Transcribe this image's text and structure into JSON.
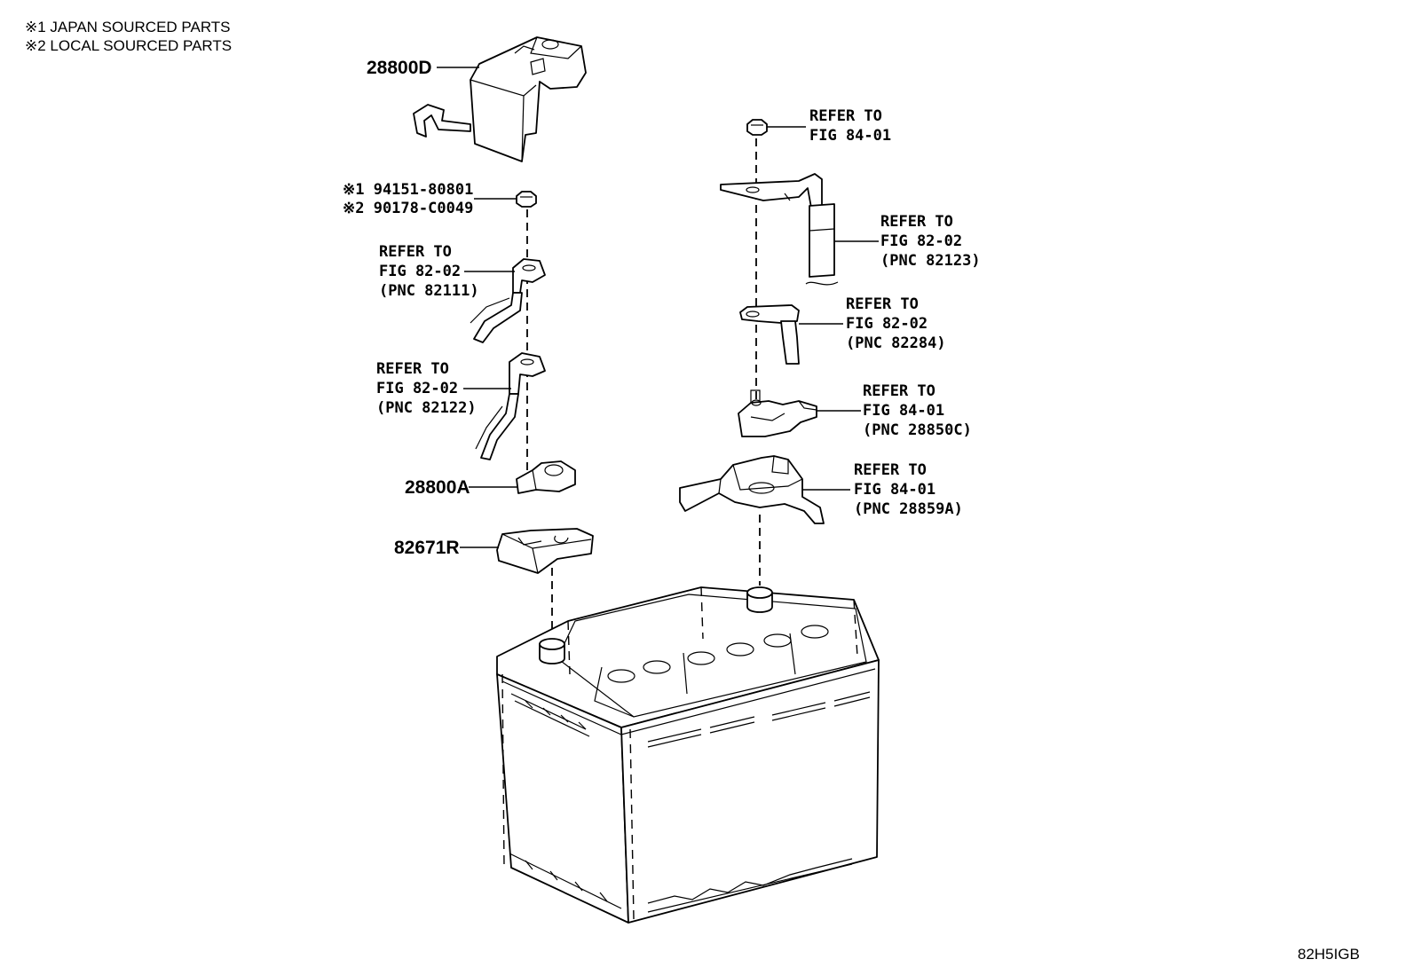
{
  "notes": [
    "※1 JAPAN SOURCED PARTS",
    "※2 LOCAL SOURCED PARTS"
  ],
  "parts": {
    "terminal_cover": "28800D",
    "nut_japan": "※1 94151-80801",
    "nut_local": "※2 90178-C0049",
    "clamp": "28800A",
    "terminal_insulator": "82671R"
  },
  "references": {
    "ref_nut_right": [
      "REFER TO",
      "FIG 84-01"
    ],
    "ref_cable_82123": [
      "REFER TO",
      "FIG 82-02",
      "(PNC 82123)"
    ],
    "ref_cable_82111": [
      "REFER TO",
      "FIG 82-02",
      "(PNC 82111)"
    ],
    "ref_cable_82284": [
      "REFER TO",
      "FIG 82-02",
      "(PNC 82284)"
    ],
    "ref_cable_82122": [
      "REFER TO",
      "FIG 82-02",
      "(PNC 82122)"
    ],
    "ref_sensor_28850c": [
      "REFER TO",
      "FIG 84-01",
      "(PNC 28850C)"
    ],
    "ref_tray_28859a": [
      "REFER TO",
      "FIG 84-01",
      "(PNC 28859A)"
    ]
  },
  "figure_code": "82H5IGB"
}
